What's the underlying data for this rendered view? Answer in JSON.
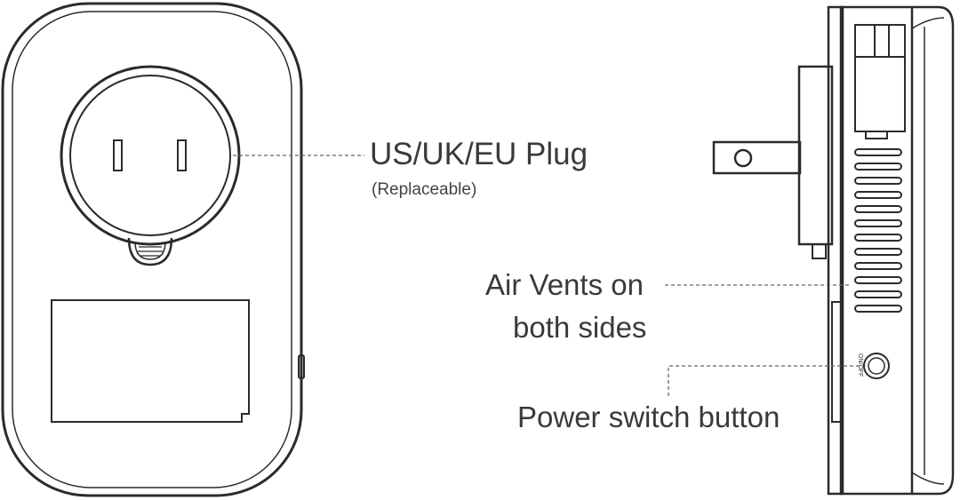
{
  "callouts": {
    "plug": {
      "label": "US/UK/EU Plug",
      "note": "(Replaceable)"
    },
    "vents": {
      "line1": "Air Vents on",
      "line2": "both sides"
    },
    "power": {
      "label": "Power switch button"
    }
  },
  "device_switch_text": "ON/OFF",
  "colors": {
    "stroke": "#2b2b2b",
    "text": "#3a3a3a",
    "leader": "#666666"
  }
}
